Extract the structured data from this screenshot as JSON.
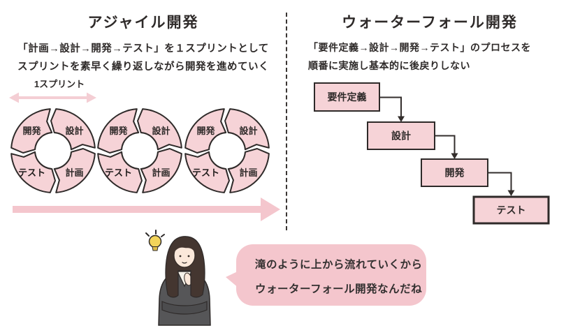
{
  "colors": {
    "pink_fill": "#f6d3d7",
    "pink_accent": "#f4c6cd",
    "pink_soft": "#f4ced4",
    "ink": "#2e2a29"
  },
  "agile": {
    "title": "アジャイル開発",
    "desc1": "「計画→設計→開発→テスト」を１スプリントとして",
    "desc2": "スプリントを素早く繰り返しながら開発を進めていく",
    "sprint_label": "1スプリント",
    "cycle": {
      "dev": "開発",
      "design": "設計",
      "plan": "計画",
      "test": "テスト"
    }
  },
  "waterfall": {
    "title": "ウォーターフォール開発",
    "desc1": "「要件定義→設計→開発→テスト」のプロセスを",
    "desc2": "順番に実施し基本的に後戻りしない",
    "steps": [
      "要件定義",
      "設計",
      "開発",
      "テスト"
    ]
  },
  "bubble": {
    "line1": "滝のように上から流れていくから",
    "line2": "ウォーターフォール開発なんだね"
  }
}
